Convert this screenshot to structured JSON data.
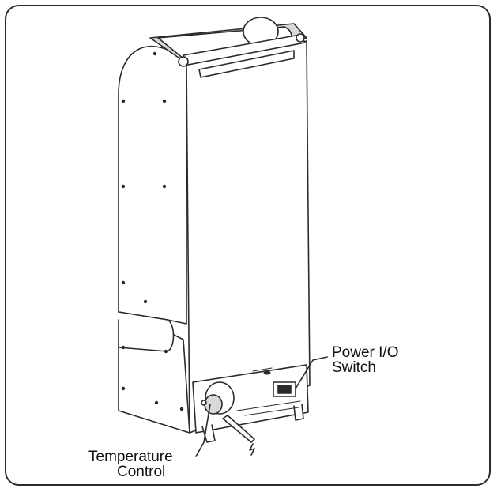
{
  "callouts": {
    "power_switch": {
      "line1": "Power I/O",
      "line2": "Switch"
    },
    "temperature_control": {
      "line1": "Temperature",
      "line2": "Control"
    }
  },
  "colors": {
    "outline": "#2b2b2b",
    "fill": "#ffffff",
    "shade": "#d9d9d9"
  }
}
